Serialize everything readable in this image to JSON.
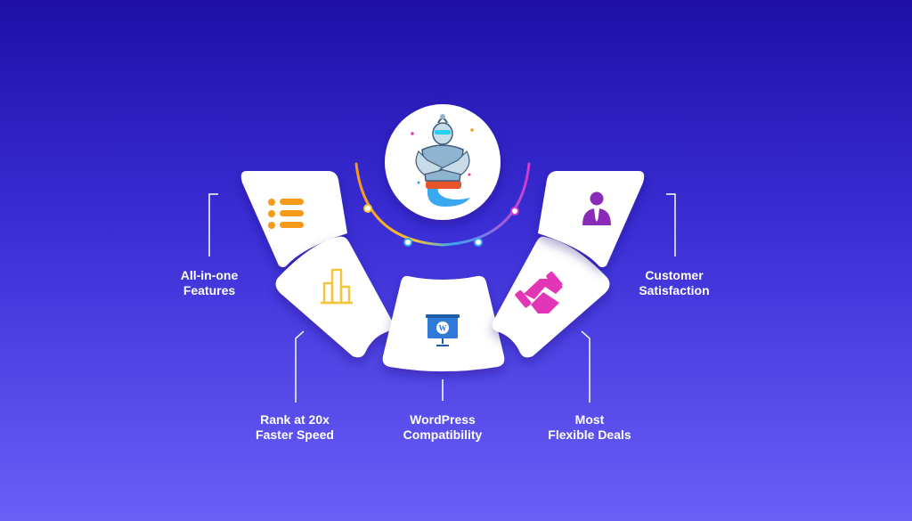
{
  "colors": {
    "background_top": "#1f0fa8",
    "background_bottom": "#6a5ff7",
    "card": "#ffffff",
    "features_icon": "#f59a1b",
    "speed_icon": "#f2c53a",
    "wordpress_icon": "#2f7ad6",
    "deals_icon": "#e236b6",
    "customer_icon": "#8a2bb8",
    "arc_start": "#f59a1b",
    "arc_mid": "#3aa8f0",
    "arc_end": "#d23ad0"
  },
  "center": {
    "icon": "genie-mascot-icon"
  },
  "features": [
    {
      "id": "all-in-one",
      "icon": "list-icon",
      "lines": [
        "All-in-one",
        "Features"
      ]
    },
    {
      "id": "rank-speed",
      "icon": "bar-chart-icon",
      "lines": [
        "Rank at 20x",
        "Faster Speed"
      ]
    },
    {
      "id": "wordpress",
      "icon": "wordpress-screen-icon",
      "lines": [
        "WordPress",
        "Compatibility"
      ]
    },
    {
      "id": "flexible-deals",
      "icon": "handshake-icon",
      "lines": [
        "Most",
        "Flexible Deals"
      ]
    },
    {
      "id": "customer",
      "icon": "customer-icon",
      "lines": [
        "Customer",
        "Satisfaction"
      ]
    }
  ]
}
